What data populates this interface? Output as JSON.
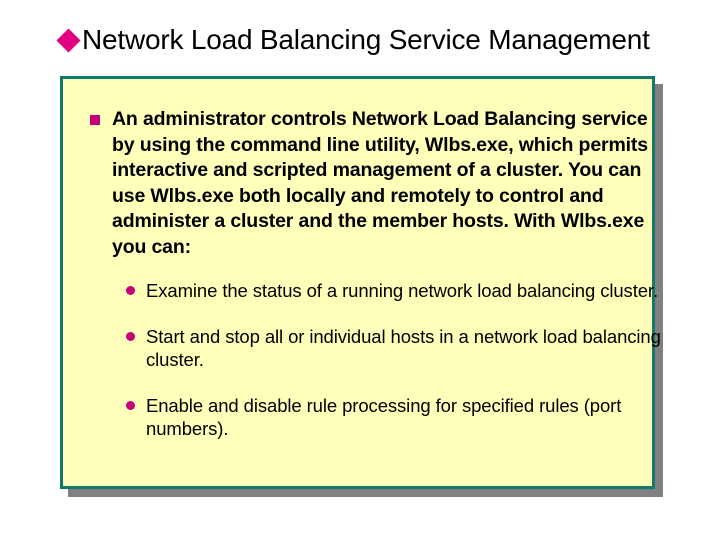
{
  "slide": {
    "title": "Network Load Balancing Service Management",
    "title_bullet_icon": "diamond-bullet-icon",
    "colors": {
      "bullet_magenta": "#e3007f",
      "box_border_teal": "#137a6b",
      "box_background_yellow": "#ffffb9",
      "shadow_gray": "#808080",
      "text_black": "#000000"
    },
    "content": {
      "primary_bullet": {
        "bullet_icon": "square-bullet-icon",
        "text": "An administrator controls Network Load Balancing service by using the command line utility, Wlbs.exe, which permits interactive and scripted management of a cluster. You can use Wlbs.exe both locally and remotely to control and administer a cluster and the member hosts. With Wlbs.exe you can:"
      },
      "sub_bullets": [
        {
          "bullet_icon": "dot-bullet-icon",
          "text": "Examine the status of a running network load balancing cluster."
        },
        {
          "bullet_icon": "dot-bullet-icon",
          "text": "Start and stop all or individual hosts in a network load balancing cluster."
        },
        {
          "bullet_icon": "dot-bullet-icon",
          "text": "Enable and disable rule processing for specified rules (port numbers)."
        }
      ]
    }
  }
}
